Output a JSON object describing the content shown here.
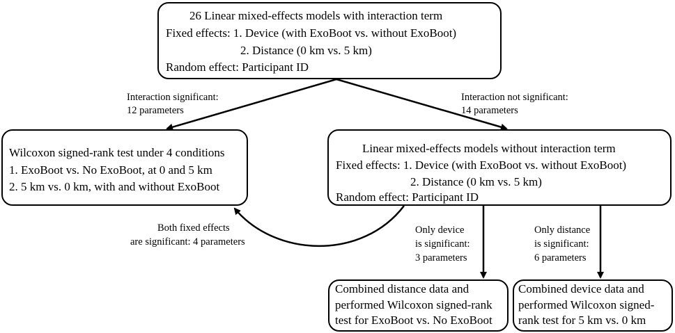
{
  "top_box": {
    "title": "26 Linear mixed-effects models with interaction term",
    "fixed1": "Fixed effects: 1. Device (with ExoBoot vs. without ExoBoot)",
    "fixed2": "2. Distance (0 km vs. 5 km)",
    "random": "Random effect: Participant ID"
  },
  "left_box": {
    "line1": "Wilcoxon signed-rank test under 4 conditions",
    "line2": "1. ExoBoot vs. No ExoBoot, at 0 and 5 km",
    "line3": "2. 5 km vs. 0 km, with and without ExoBoot"
  },
  "right_box": {
    "title": "Linear mixed-effects models without interaction term",
    "fixed1": "Fixed effects: 1. Device (with ExoBoot vs. without ExoBoot)",
    "fixed2": "2. Distance (0 km vs. 5 km)",
    "random": "Random effect: Participant ID"
  },
  "bottom_left_box": {
    "line1": "Combined distance data and",
    "line2": "performed Wilcoxon signed-rank",
    "line3": "test for ExoBoot vs. No ExoBoot"
  },
  "bottom_right_box": {
    "line1": "Combined device data and",
    "line2": "performed Wilcoxon signed-",
    "line3": "rank test for 5 km vs. 0 km"
  },
  "labels": {
    "interaction_sig_1": "Interaction significant:",
    "interaction_sig_2": "12 parameters",
    "interaction_not_sig_1": "Interaction not significant:",
    "interaction_not_sig_2": "14 parameters",
    "both_fixed_1": "Both fixed effects",
    "both_fixed_2": "are significant: 4 parameters",
    "only_device_1": "Only device",
    "only_device_2": "is significant:",
    "only_device_3": "3 parameters",
    "only_distance_1": "Only distance",
    "only_distance_2": "is significant:",
    "only_distance_3": "6 parameters"
  }
}
